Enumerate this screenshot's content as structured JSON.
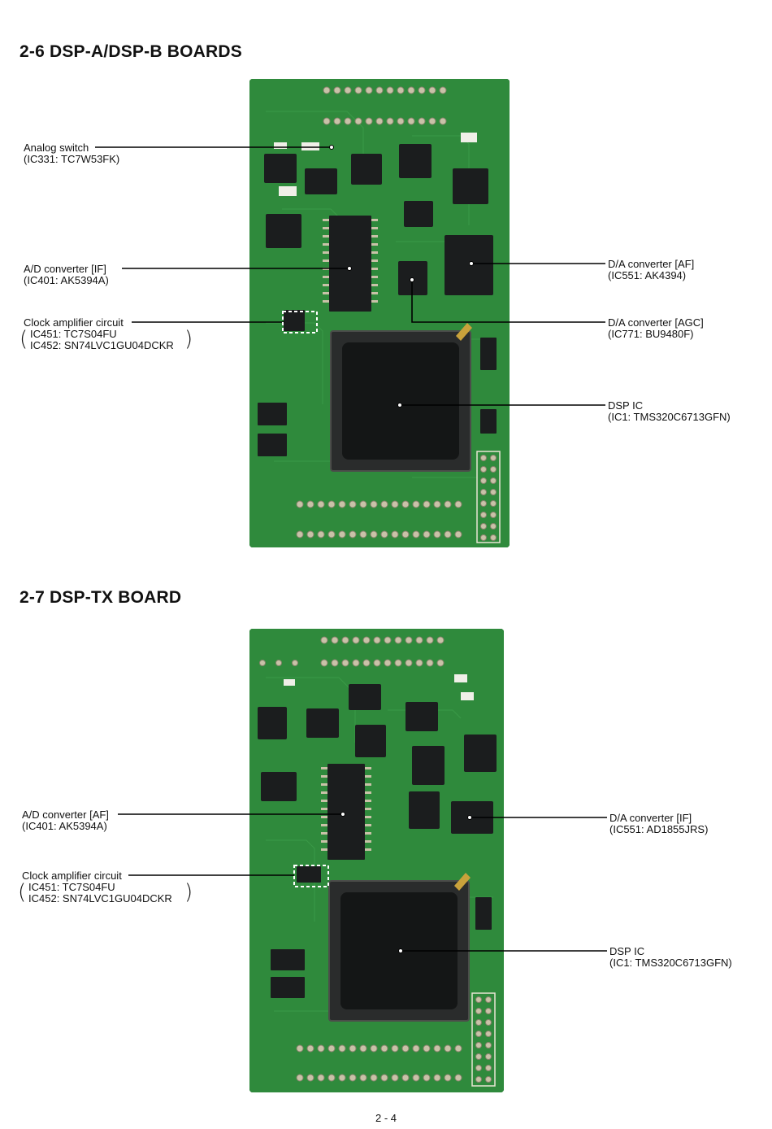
{
  "sections": [
    {
      "heading": "2-6 DSP-A/DSP-B BOARDS",
      "callouts": {
        "analog_switch": {
          "title": "Analog switch",
          "detail": "(IC331: TC7W53FK)"
        },
        "ad_converter": {
          "title": "A/D converter [IF]",
          "detail": "(IC401: AK5394A)"
        },
        "clock_amp": {
          "title": "Clock amplifier circuit",
          "line1": "IC451: TC7S04FU",
          "line2": "IC452: SN74LVC1GU04DCKR"
        },
        "da_converter_af": {
          "title": "D/A converter [AF]",
          "detail": "(IC551: AK4394)"
        },
        "da_converter_agc": {
          "title": "D/A converter [AGC]",
          "detail": "(IC771: BU9480F)"
        },
        "dsp_ic": {
          "title": "DSP IC",
          "detail": "(IC1: TMS320C6713GFN)"
        }
      }
    },
    {
      "heading": "2-7 DSP-TX BOARD",
      "callouts": {
        "ad_converter": {
          "title": "A/D converter [AF]",
          "detail": "(IC401: AK5394A)"
        },
        "clock_amp": {
          "title": "Clock amplifier circuit",
          "line1": "IC451: TC7S04FU",
          "line2": "IC452: SN74LVC1GU04DCKR"
        },
        "da_converter_if": {
          "title": "D/A converter [IF]",
          "detail": "(IC551: AD1855JRS)"
        },
        "dsp_ic": {
          "title": "DSP IC",
          "detail": "(IC1: TMS320C6713GFN)"
        }
      }
    }
  ],
  "page_number": "2 - 4",
  "colors": {
    "pcb": "#2f8a3c",
    "pcb_dark": "#1f5f28",
    "chip": "#1b1d1e",
    "pad": "#c9c2a8"
  }
}
